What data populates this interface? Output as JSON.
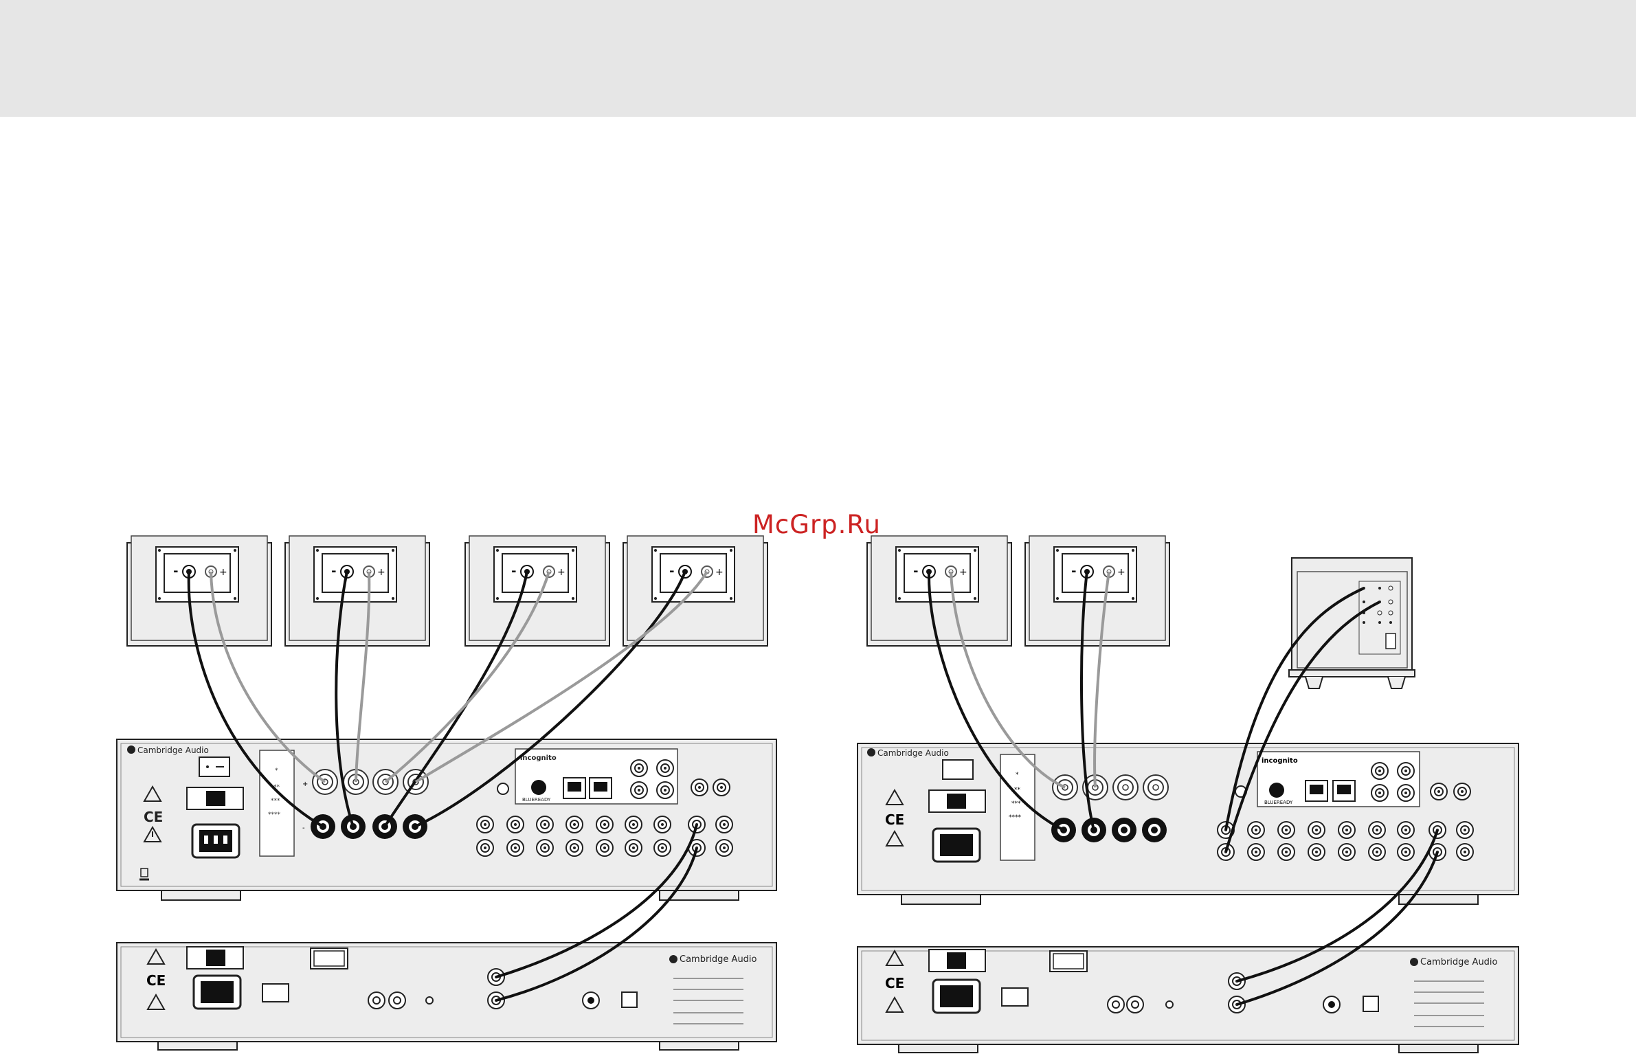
{
  "watermark": "McGrp.Ru",
  "brand": "Cambridge Audio",
  "incognito_label": "incognito",
  "bluetooth_label": "BLUEREADY",
  "ce_mark": "CE",
  "speaker_terminal_minus": "-",
  "speaker_terminal_plus": "+",
  "impedance_stars": [
    "*",
    "**",
    "***",
    "****"
  ],
  "diagrams": [
    {
      "name": "left",
      "speaker_count": 4,
      "has_subwoofer": false
    },
    {
      "name": "right",
      "speaker_count": 2,
      "has_subwoofer": true
    }
  ],
  "colors": {
    "background": "#ffffff",
    "header_band": "#e6e6e6",
    "device_fill": "#ededed",
    "cable_dark": "#111111",
    "cable_light": "#9a9a9a",
    "watermark": "#cc2222"
  }
}
